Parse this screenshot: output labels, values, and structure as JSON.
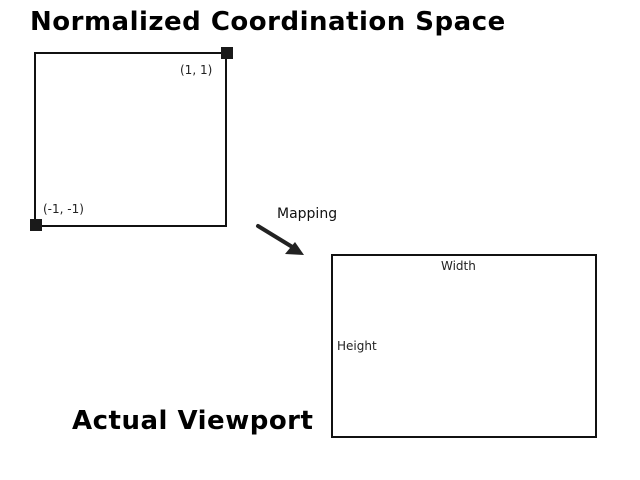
{
  "titles": {
    "top": "Normalized Coordination Space",
    "bottom": "Actual Viewport"
  },
  "normalized_space": {
    "top_right_label": "(1, 1)",
    "bottom_left_label": "(-1, -1)"
  },
  "mapping": {
    "label": "Mapping"
  },
  "viewport": {
    "width_label": "Width",
    "height_label": "Height"
  },
  "colors": {
    "stroke": "#111111",
    "marker": "#1a1a1a",
    "background": "#ffffff"
  },
  "icons": {
    "mapping_arrow": "arrow-down-right-icon",
    "corner_marker": "square-marker-icon"
  }
}
